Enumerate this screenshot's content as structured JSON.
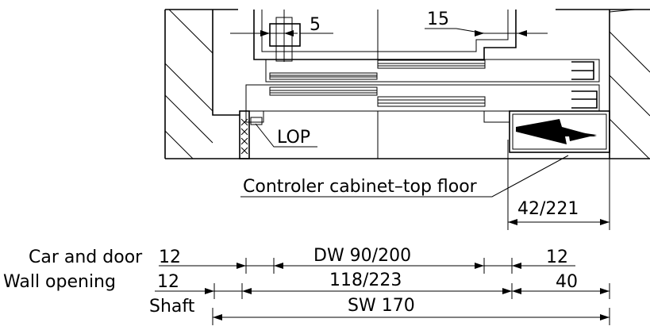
{
  "labels": {
    "dim_5": "5",
    "dim_15": "15",
    "lop": "LOP",
    "controller_cabinet": "Controler cabinet–top floor",
    "dim_42_221": "42/221",
    "row_car_door": "Car and door",
    "car_door_left": "12",
    "car_door_dw": "DW 90/200",
    "car_door_right": "12",
    "row_wall_opening": "Wall opening",
    "wall_opening_left": "12",
    "wall_opening_mid": "118/223",
    "wall_opening_right": "40",
    "row_shaft": "Shaft",
    "shaft_sw": "SW 170"
  }
}
